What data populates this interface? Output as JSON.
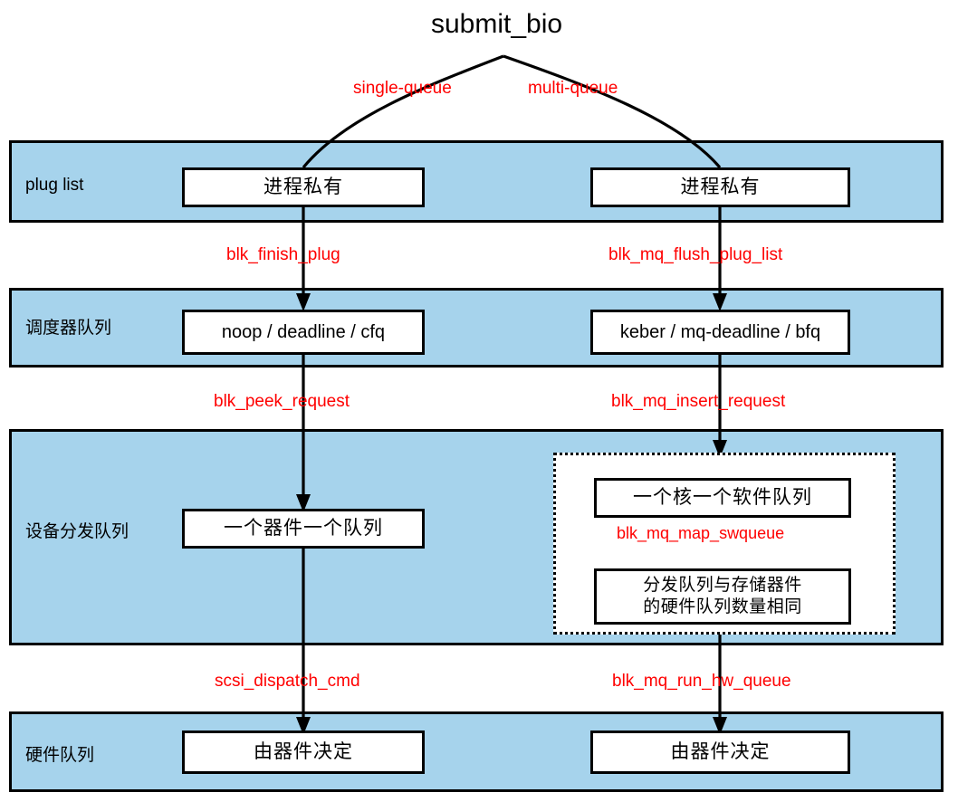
{
  "diagram": {
    "title": "submit_bio",
    "accent_blue": "#a6d3ec",
    "label_red": "#ff0000",
    "branch_labels": {
      "left": "single-queue",
      "right": "multi-queue"
    },
    "bands": [
      {
        "label": "plug list"
      },
      {
        "label": "调度器队列"
      },
      {
        "label": "设备分发队列"
      },
      {
        "label": "硬件队列"
      }
    ],
    "nodes": {
      "sq_plug": "进程私有",
      "mq_plug": "进程私有",
      "sq_sched": "noop / deadline / cfq",
      "mq_sched": "keber / mq-deadline / bfq",
      "sq_dispatch": "一个器件一个队列",
      "mq_sw_queue": "一个核一个软件队列",
      "mq_hw_map_line1": "分发队列与存储器件",
      "mq_hw_map_line2": "的硬件队列数量相同",
      "sq_hw": "由器件决定",
      "mq_hw": "由器件决定"
    },
    "edges": {
      "sq_plug_to_sched": "blk_finish_plug",
      "mq_plug_to_sched": "blk_mq_flush_plug_list",
      "sq_sched_to_dispatch": "blk_peek_request",
      "mq_sched_to_dispatch": "blk_mq_insert_request",
      "mq_sw_to_hw_map": "blk_mq_map_swqueue",
      "sq_dispatch_to_hw": "scsi_dispatch_cmd",
      "mq_dispatch_to_hw": "blk_mq_run_hw_queue"
    }
  }
}
